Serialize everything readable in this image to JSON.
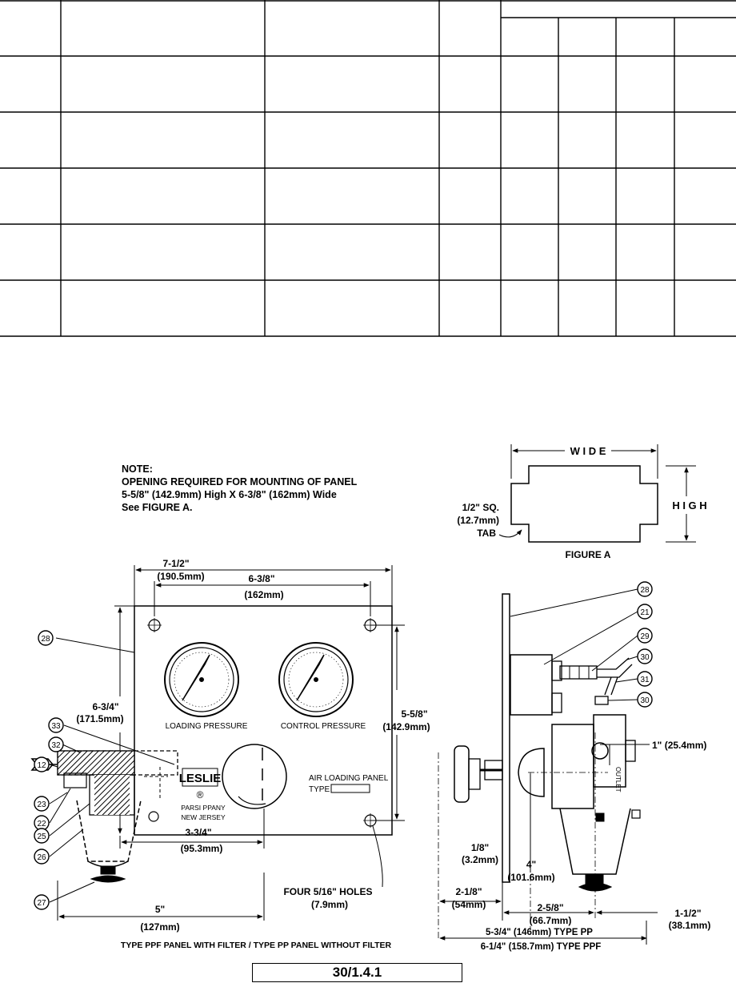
{
  "note": {
    "heading": "NOTE:",
    "line1": "OPENING REQUIRED FOR MOUNTING OF PANEL",
    "line2": "5-5/8\" (142.9mm) High  X  6-3/8\" (162mm) Wide",
    "line3": "See FIGURE A."
  },
  "figure_a": {
    "wide": "W I D E",
    "high": "H I G H",
    "tab_1": "1/2\" SQ.",
    "tab_2": "(12.7mm)",
    "tab_3": "TAB",
    "caption": "FIGURE A"
  },
  "front": {
    "w_outer_in": "7-1/2\"",
    "w_outer_mm": "(190.5mm)",
    "w_holes_in": "6-3/8\"",
    "w_holes_mm": "(162mm)",
    "h_outer_in": "6-3/4\"",
    "h_outer_mm": "(171.5mm)",
    "h_holes_in": "5-5/8\"",
    "h_holes_mm": "(142.9mm)",
    "gauge_left": "LOADING PRESSURE",
    "gauge_right": "CONTROL PRESSURE",
    "logo": "LESLIE",
    "reg": "®",
    "city": "PARSI PPANY",
    "state": "NEW JERSEY",
    "panel_label_1": "AIR LOADING PANEL",
    "panel_label_2": "TYPE",
    "filter_in": "3-3/4\"",
    "filter_mm": "(95.3mm)",
    "holes_1": "FOUR 5/16\" HOLES",
    "holes_2": "(7.9mm)",
    "base_in": "5\"",
    "base_mm": "(127mm)",
    "caption": "TYPE PPF PANEL WITH FILTER  /  TYPE PP PANEL WITHOUT FILTER"
  },
  "side": {
    "d_one": "1\" (25.4mm)",
    "d_eighth_in": "1/8\"",
    "d_eighth_mm": "(3.2mm)",
    "d_four_in": "4\"",
    "d_four_mm": "(101.6mm)",
    "d_twoeighth_in": "2-1/8\"",
    "d_twoeighth_mm": "(54mm)",
    "d_twofive_in": "2-5/8\"",
    "d_twofive_mm": "(66.7mm)",
    "d_onehalf_in": "1-1/2\"",
    "d_onehalf_mm": "(38.1mm)",
    "d_pp": "5-3/4\" (146mm) TYPE PP",
    "d_ppf": "6-1/4\" (158.7mm) TYPE PPF",
    "outlet": "OUTLET"
  },
  "callouts": {
    "c12": "12",
    "c21": "21",
    "c22": "22",
    "c23": "23",
    "c25": "25",
    "c26": "26",
    "c27": "27",
    "c28": "28",
    "c29": "29",
    "c30": "30",
    "c31": "31",
    "c32": "32",
    "c33": "33"
  },
  "reference": "30/1.4.1"
}
